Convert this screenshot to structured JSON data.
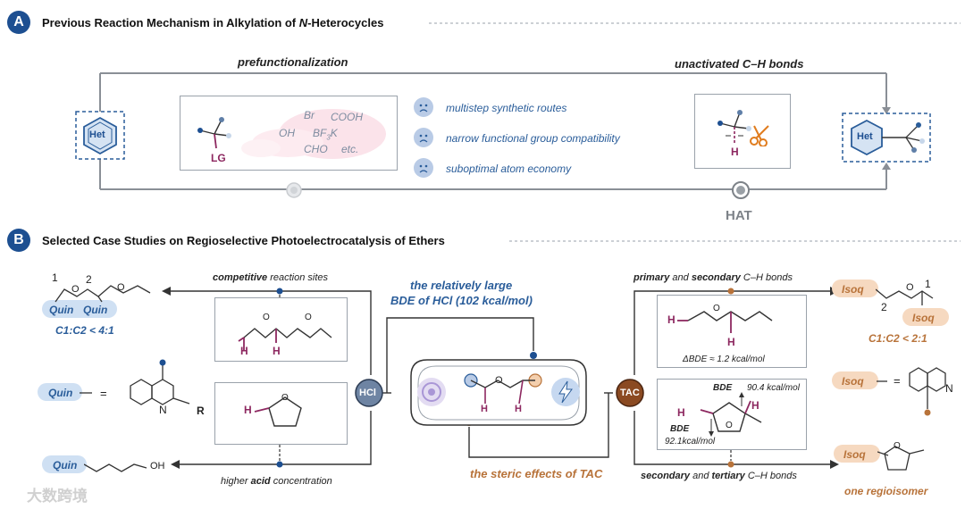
{
  "sectionA": {
    "badge": "A",
    "title_pre": "Previous Reaction Mechanism in Alkylation of ",
    "title_n": "N",
    "title_post": "-Heterocycles",
    "left_heading": "prefunctionalization",
    "right_heading": "unactivated C–H bonds",
    "het_label": "Het",
    "lg_label": "LG",
    "reagents": [
      "Br",
      "COOH",
      "OH",
      "BF3K",
      "CHO",
      "etc."
    ],
    "drawbacks": [
      "multistep synthetic routes",
      "narrow functional group compatibility",
      "suboptimal atom economy"
    ],
    "h_label": "H",
    "hat_label": "HAT"
  },
  "sectionB": {
    "badge": "B",
    "title": "Selected Case Studies on Regioselective Photoelectrocatalysis of Ethers",
    "competitive_bold": "competitive",
    "competitive_rest": " reaction sites",
    "acid_pre": "higher ",
    "acid_bold": "acid",
    "acid_post": " concentration",
    "center_line1": "the relatively large",
    "center_line2": "BDE of HCl (102 kcal/mol)",
    "steric": "the steric effects of TAC",
    "hcl": "HCl",
    "tac": "TAC",
    "primary_bold1": "primary",
    "primary_mid": " and ",
    "primary_bold2": "secondary",
    "primary_rest": " C–H bonds",
    "secondary_bold1": "secondary",
    "secondary_mid": " and ",
    "secondary_bold2": "tertiary",
    "secondary_rest": " C–H bonds",
    "quin": "Quin",
    "isoq": "Isoq",
    "num1": "1",
    "num2": "2",
    "ratio_left": "C1:C2 < 4:1",
    "ratio_right": "C1:C2 < 2:1",
    "equals": "=",
    "r_label": "R",
    "n_label": "N",
    "oh_label": "OH",
    "o_label": "O",
    "dbde_text": "ΔBDE ≈ 1.2 kcal/mol",
    "bde_label": "BDE",
    "bde_top": "90.4 kcal/mol",
    "bde_bottom": "92.1kcal/mol",
    "one_regio": "one regioisomer"
  },
  "colors": {
    "badge": "#1d4f91",
    "blue_text": "#2a5d9a",
    "orange_text": "#b8733a",
    "plum": "#8d2860",
    "hcl_node": "#6e84a3",
    "tac_node": "#8b4a22"
  },
  "watermark": "大数跨境"
}
